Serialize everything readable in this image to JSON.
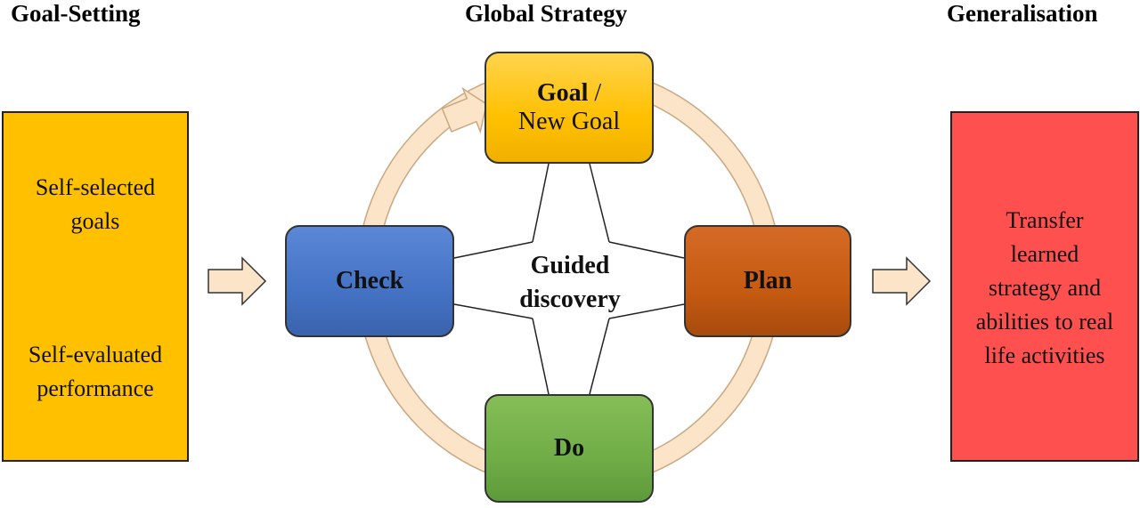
{
  "headings": {
    "left": "Goal-Setting",
    "center": "Global Strategy",
    "right": "Generalisation"
  },
  "left_box": {
    "top_line1": "Self-selected",
    "top_line2": "goals",
    "bottom_line1": "Self-evaluated",
    "bottom_line2": "performance"
  },
  "right_box": {
    "line1": "Transfer",
    "line2": "learned",
    "line3": "strategy and",
    "line4": "abilities to real",
    "line5": "life activities"
  },
  "cycle": {
    "goal_bold": "Goal",
    "goal_slash": " /",
    "goal_line2": "New Goal",
    "plan": "Plan",
    "do": "Do",
    "check": "Check",
    "center_line1": "Guided",
    "center_line2": "discovery"
  },
  "colors": {
    "goal": "#ffc000",
    "check": "#4472c4",
    "plan": "#c55a11",
    "do": "#70ad47",
    "left_box": "#ffc000",
    "right_box": "#ff5050",
    "arrow_fill": "#fce4c8"
  }
}
